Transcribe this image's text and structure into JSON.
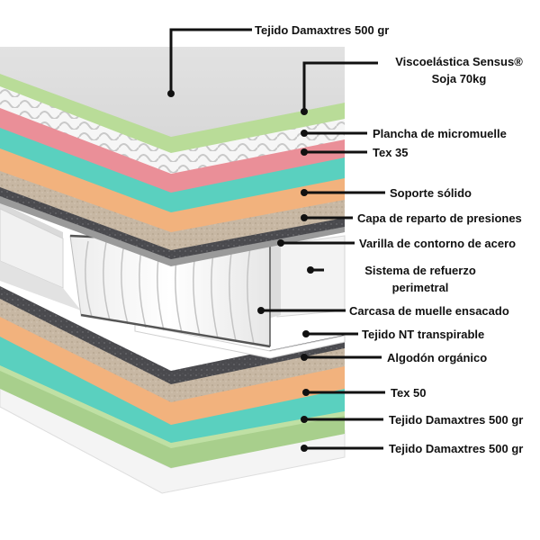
{
  "diagram": {
    "background_color": "#ffffff",
    "leader_color": "#111111",
    "labels": [
      {
        "id": "tejido-damaxtres-top",
        "text": "Tejido Damaxtres 500 gr"
      },
      {
        "id": "viscoelastica-line1",
        "text": "Viscoelástica Sensus®"
      },
      {
        "id": "viscoelastica-line2",
        "text": "Soja 70kg"
      },
      {
        "id": "plancha-micromuelle",
        "text": "Plancha de micromuelle"
      },
      {
        "id": "tex-35",
        "text": "Tex 35"
      },
      {
        "id": "soporte-solido",
        "text": "Soporte sólido"
      },
      {
        "id": "capa-reparto",
        "text": "Capa de reparto de presiones"
      },
      {
        "id": "varilla-contorno",
        "text": "Varilla de contorno de acero"
      },
      {
        "id": "sistema-refuerzo-line1",
        "text": "Sistema de refuerzo"
      },
      {
        "id": "sistema-refuerzo-line2",
        "text": "perimetral"
      },
      {
        "id": "carcasa-muelle",
        "text": "Carcasa de muelle ensacado"
      },
      {
        "id": "tejido-nt",
        "text": "Tejido NT transpirable"
      },
      {
        "id": "algodon-organico",
        "text": "Algodón orgánico"
      },
      {
        "id": "tex-50",
        "text": "Tex 50"
      },
      {
        "id": "tejido-damaxtres-mid",
        "text": "Tejido Damaxtres 500 gr"
      },
      {
        "id": "tejido-damaxtres-bottom",
        "text": "Tejido Damaxtres 500 gr"
      }
    ]
  },
  "layer_colors": {
    "cover_top": "#dcdcdc",
    "visco_green": "#b9dc98",
    "micro_pink": "#ea8f98",
    "tex_teal": "#5ad0bf",
    "solid_orange": "#f2b27d",
    "reparto_beige": "#c7b7a3",
    "felt_dark": "#4a4a4e",
    "side_panel": "#f1f1f1",
    "spring_fabric": "#ffffff",
    "bottom_white": "#f4f4f4"
  }
}
